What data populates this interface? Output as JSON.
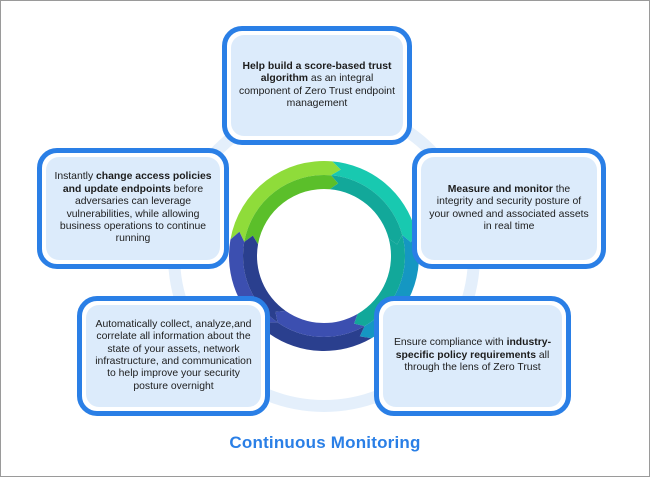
{
  "title": "Continuous Monitoring",
  "colors": {
    "card_border": "#2a7fe6",
    "card_fill": "#dcebfb",
    "title": "#2a7fe6",
    "background_ring": "#e4effb",
    "ring_green_dark": "#5bbf2a",
    "ring_green_light": "#8fdc3a",
    "ring_teal_dark": "#12a89a",
    "ring_teal_light": "#18c9b0",
    "ring_cyan": "#1597c2",
    "ring_navy": "#2a3f8e",
    "ring_indigo": "#3c4fb0"
  },
  "cards": {
    "top": {
      "pre": "",
      "bold": "Help build a score-based trust algorithm",
      "post": " as an integral component of Zero Trust endpoint management"
    },
    "right": {
      "pre": "",
      "bold": "Measure and monitor",
      "post": " the integrity and security posture of your owned and associated assets in real time"
    },
    "bottom_right": {
      "pre": "Ensure compliance with ",
      "bold": "industry-specific policy requirements",
      "post": " all through the lens of Zero Trust"
    },
    "bottom_left": {
      "pre": "Automatically collect, analyze,and correlate all information about the state of your assets, network infrastructure, and communication to help improve your security posture overnight",
      "bold": "",
      "post": ""
    },
    "left": {
      "pre": "Instantly ",
      "bold": "change access policies and update endpoints",
      "post": " before adversaries can  leverage vulnerabilities, while allowing business operations to continue running"
    }
  }
}
